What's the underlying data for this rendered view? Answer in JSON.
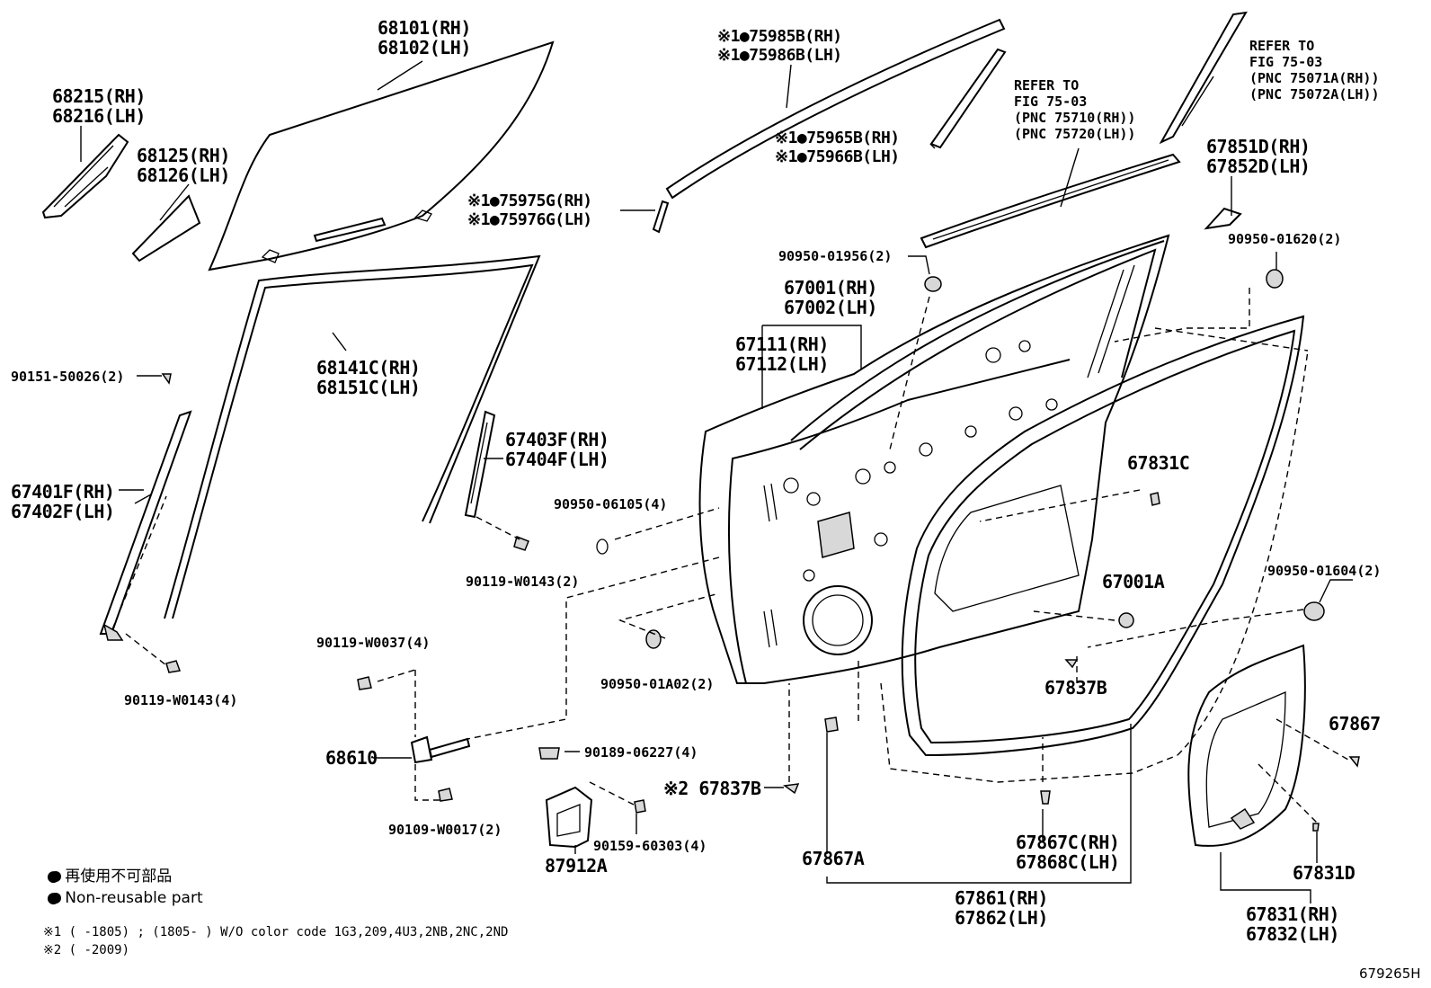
{
  "labels": {
    "p68101": [
      "68101(RH)",
      "68102(LH)"
    ],
    "p68215": [
      "68215(RH)",
      "68216(LH)"
    ],
    "p68125": [
      "68125(RH)",
      "68126(LH)"
    ],
    "p75985": [
      "※1●75985B(RH)",
      "※1●75986B(LH)"
    ],
    "p75965": [
      "※1●75965B(RH)",
      "※1●75966B(LH)"
    ],
    "p75975": [
      "※1●75975G(RH)",
      "※1●75976G(LH)"
    ],
    "ref1": [
      "REFER TO",
      "FIG 75-03",
      "(PNC 75710(RH))",
      "(PNC 75720(LH))"
    ],
    "ref2": [
      "REFER TO",
      "FIG 75-03",
      "(PNC 75071A(RH))",
      "(PNC 75072A(LH))"
    ],
    "p67851": [
      "67851D(RH)",
      "67852D(LH)"
    ],
    "p90950_01956": "90950-01956(2)",
    "p90950_01620": "90950-01620(2)",
    "p67001": [
      "67001(RH)",
      "67002(LH)"
    ],
    "p67111": [
      "67111(RH)",
      "67112(LH)"
    ],
    "p90151": "90151-50026(2)",
    "p68141": [
      "68141C(RH)",
      "68151C(LH)"
    ],
    "p67403": [
      "67403F(RH)",
      "67404F(LH)"
    ],
    "p67401": [
      "67401F(RH)",
      "67402F(LH)"
    ],
    "p90950_06105": "90950-06105(4)",
    "p67831C": "67831C",
    "p90119_W0143_2": "90119-W0143(2)",
    "p67001A": "67001A",
    "p90950_01604": "90950-01604(2)",
    "p90119_W0037": "90119-W0037(4)",
    "p90950_01A02": "90950-01A02(2)",
    "p67837B_a": "67837B",
    "p90119_W0143_4": "90119-W0143(4)",
    "p67867": "67867",
    "p68610": "68610",
    "p90189": "90189-06227(4)",
    "p67837B_b": "※2 67837B",
    "p90109": "90109-W0017(2)",
    "p90159": "90159-60303(4)",
    "p87912A": "87912A",
    "p67867A": "67867A",
    "p67867C": [
      "67867C(RH)",
      "67868C(LH)"
    ],
    "p67831D": "67831D",
    "p67861": [
      "67861(RH)",
      "67862(LH)"
    ],
    "p67831": [
      "67831(RH)",
      "67832(LH)"
    ]
  },
  "legend": {
    "jp": "● 再使用不可部品",
    "en": "● Non-reusable part"
  },
  "notes": {
    "n1": "※1 (     -1805) ; (1805-     ) W/O color code 1G3,209,4U3,2NB,2NC,2ND",
    "n2": "※2 (     -2009)"
  },
  "figure_id": "679265H"
}
